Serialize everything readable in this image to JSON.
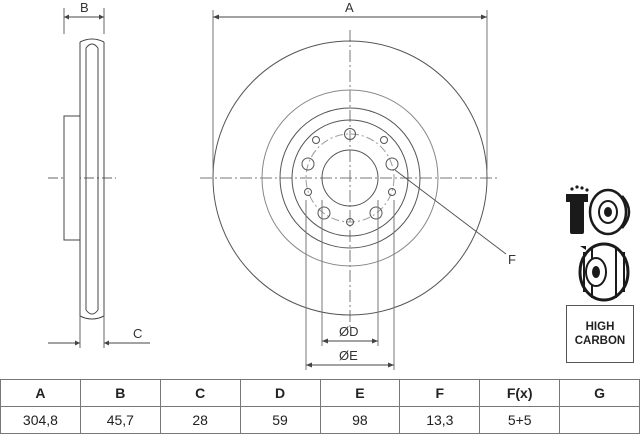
{
  "dimension_labels": {
    "a": "A",
    "b": "B",
    "c": "C",
    "f": "F",
    "od": "ØD",
    "oe": "ØE"
  },
  "badge": {
    "line1": "HIGH",
    "line2": "CARBON"
  },
  "icons": [
    "mounting-instructions-icon",
    "vented-disc-icon"
  ],
  "table": {
    "headers": [
      "A",
      "B",
      "C",
      "D",
      "E",
      "F",
      "F(x)",
      "G"
    ],
    "values": [
      "304,8",
      "45,7",
      "28",
      "59",
      "98",
      "13,3",
      "5+5",
      ""
    ]
  }
}
